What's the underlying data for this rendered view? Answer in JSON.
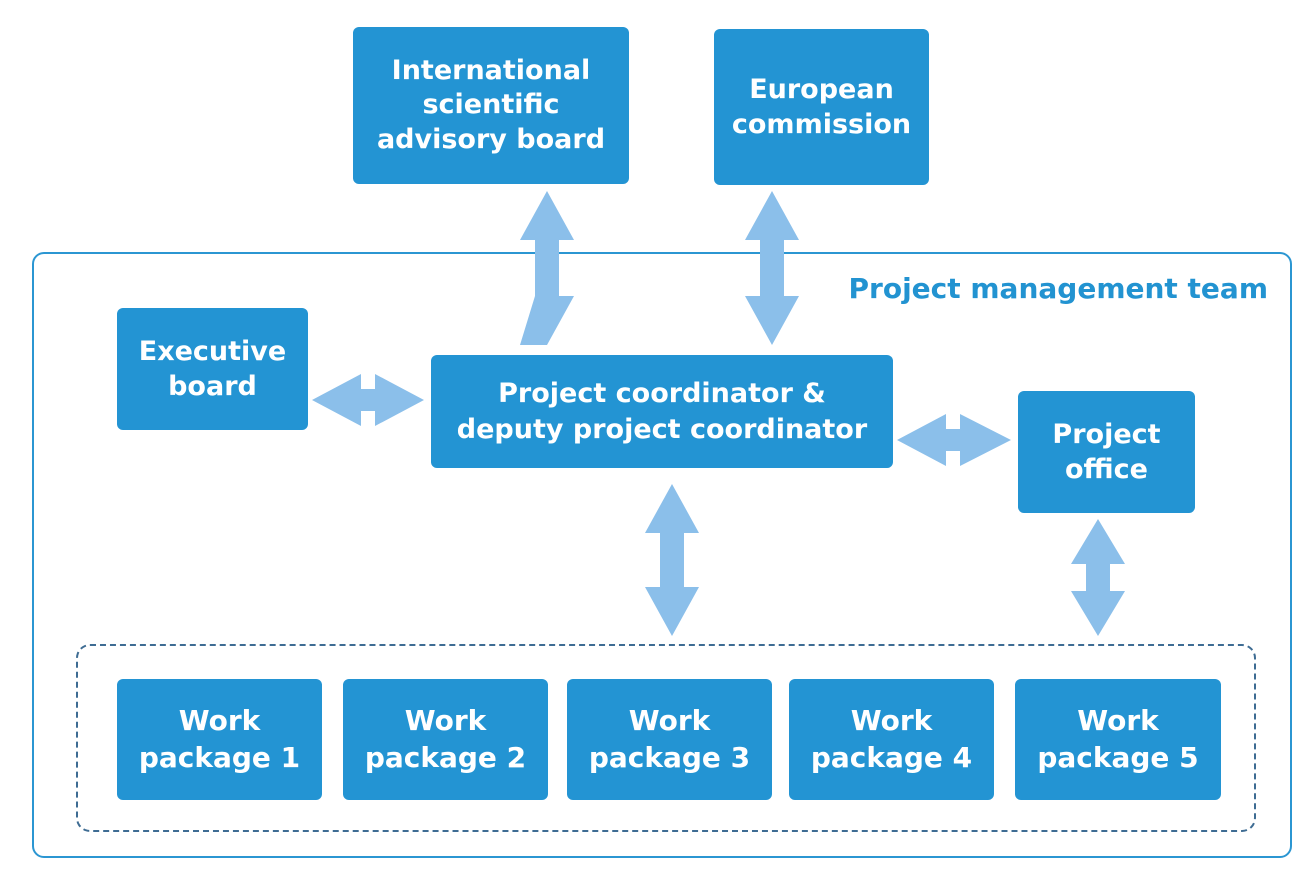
{
  "colors": {
    "box_fill": "#2394d3",
    "box_text": "#ffffff",
    "arrow": "#8bbfea",
    "team_border": "#2b96d2",
    "team_label": "#2293d1",
    "dashed_border": "#3e6c93"
  },
  "external": {
    "advisory_board": "International\nscientific\nadvisory board",
    "commission": "European\ncommission"
  },
  "team": {
    "label": "Project management team",
    "executive_board": "Executive\nboard",
    "coordinator": "Project coordinator &\ndeputy project coordinator",
    "project_office": "Project\noffice"
  },
  "work_packages": [
    "Work\npackage 1",
    "Work\npackage 2",
    "Work\npackage 3",
    "Work\npackage 4",
    "Work\npackage 5"
  ]
}
